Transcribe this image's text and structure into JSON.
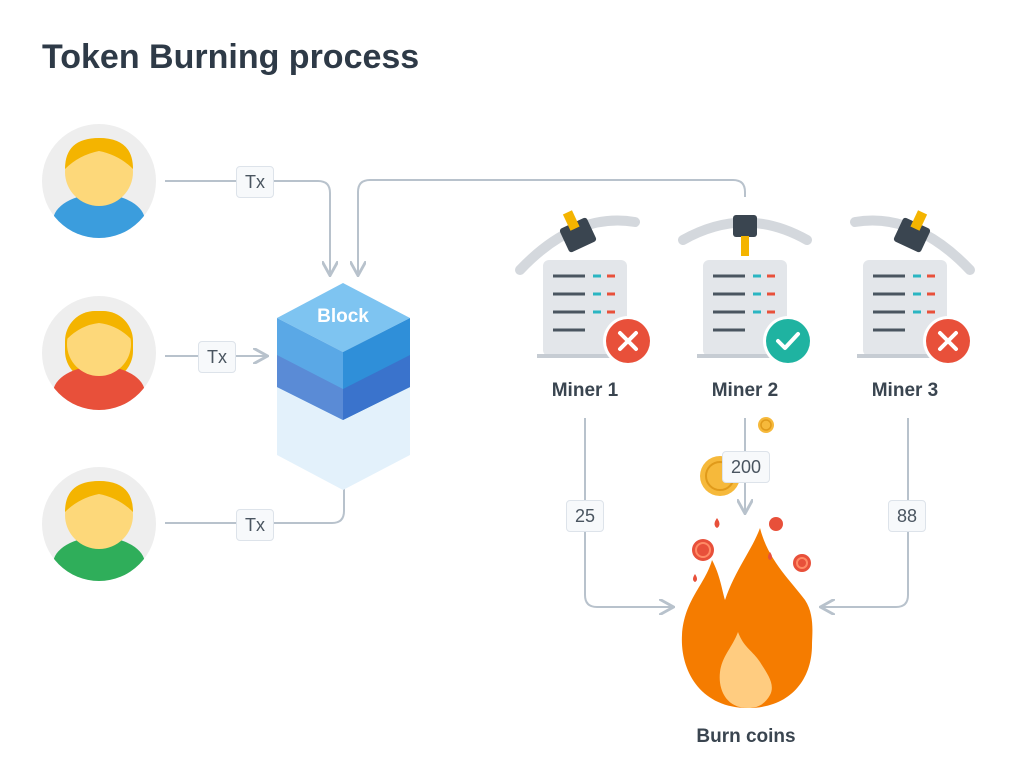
{
  "title": "Token Burning process",
  "transactions": [
    {
      "label": "Tx",
      "user_shirt_color": "#3b9ddd",
      "hair": "short"
    },
    {
      "label": "Tx",
      "user_shirt_color": "#e8503a",
      "hair": "long"
    },
    {
      "label": "Tx",
      "user_shirt_color": "#2fae5a",
      "hair": "short"
    }
  ],
  "block_label": "Block",
  "miners": [
    {
      "label": "Miner 1",
      "status": "rejected",
      "status_icon": "x-icon",
      "status_color": "#e8503a",
      "amount": "25"
    },
    {
      "label": "Miner 2",
      "status": "accepted",
      "status_icon": "check-icon",
      "status_color": "#1fb3a1",
      "amount": "200"
    },
    {
      "label": "Miner 3",
      "status": "rejected",
      "status_icon": "x-icon",
      "status_color": "#e8503a",
      "amount": "88"
    }
  ],
  "burn_label": "Burn coins",
  "colors": {
    "arrow": "#b8c2cc",
    "skin": "#fdd87a",
    "hair": "#f4b400",
    "avatar_bg": "#eeeeee",
    "server": "#e3e6ea",
    "fire_outer": "#f57c00",
    "fire_inner": "#ffb74d",
    "coin": "#f6b93b"
  }
}
